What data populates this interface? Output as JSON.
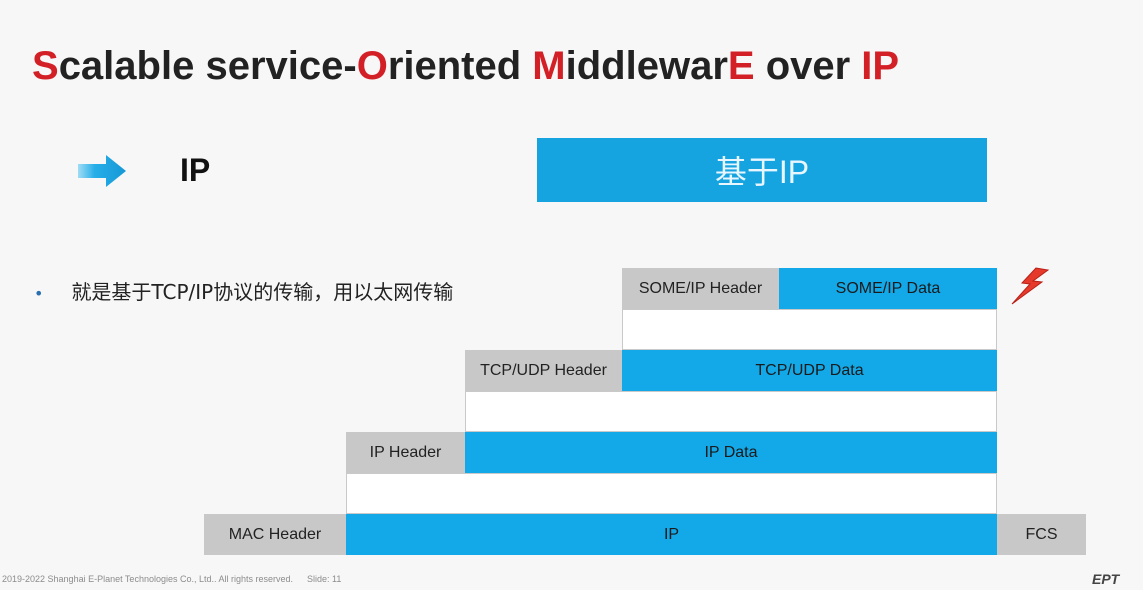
{
  "title": {
    "parts": [
      {
        "text": "S",
        "red": true
      },
      {
        "text": "calable service-",
        "red": false
      },
      {
        "text": "O",
        "red": true
      },
      {
        "text": "riented ",
        "red": false
      },
      {
        "text": "M",
        "red": true
      },
      {
        "text": "iddlewar",
        "red": false
      },
      {
        "text": "E",
        "red": true
      },
      {
        "text": " over ",
        "red": false
      },
      {
        "text": "IP",
        "red": true
      }
    ]
  },
  "section": {
    "label": "IP",
    "icon": "arrow-right-icon"
  },
  "banner": {
    "text": "基于IP"
  },
  "bullet": {
    "text": "就是基于TCP/IP协议的传输，用以太网传输"
  },
  "diagram": {
    "some_ip_header": "SOME/IP Header",
    "some_ip_data": "SOME/IP Data",
    "tcp_udp_header": "TCP/UDP Header",
    "tcp_udp_data": "TCP/UDP Data",
    "ip_header": "IP Header",
    "ip_data": "IP Data",
    "mac_header": "MAC Header",
    "ip": "IP",
    "fcs": "FCS",
    "decoration_icon": "lightning-bolt-icon"
  },
  "colors": {
    "accent_blue": "#13a9e8",
    "header_gray": "#c8c8c8",
    "title_red": "#d32027"
  },
  "footer": {
    "copyright": "2019-2022 Shanghai E-Planet Technologies Co., Ltd.. All rights reserved.",
    "slide": "Slide: 11",
    "logo": "EPT"
  }
}
